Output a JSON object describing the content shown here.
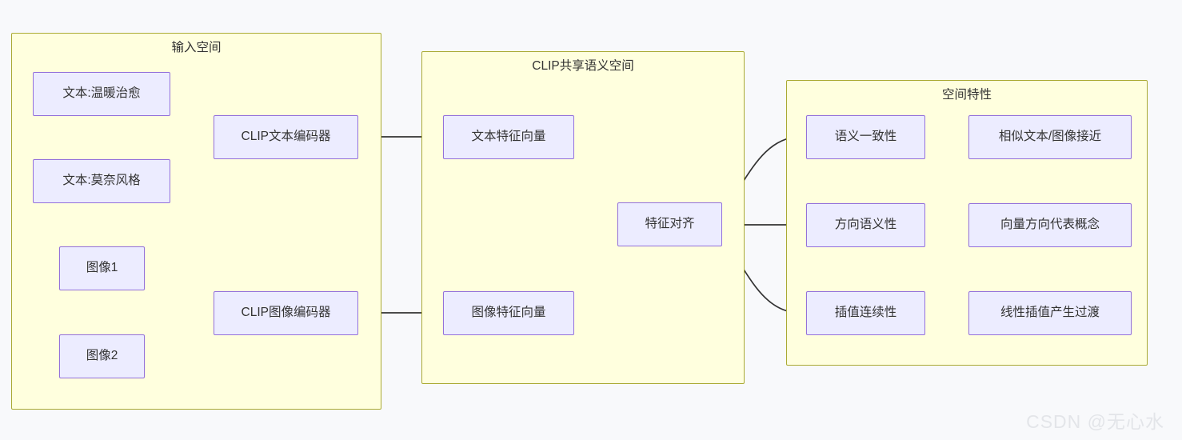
{
  "diagram": {
    "type": "flowchart",
    "direction": "left-to-right",
    "background_color": "#f8f9fb",
    "subgraph_fill": "#ffffde",
    "subgraph_border": "#aaaa33",
    "node_fill": "#ececff",
    "node_border": "#9370db",
    "edge_color": "#333333"
  },
  "subgraphs": {
    "input_space": {
      "title": "输入空间"
    },
    "clip_space": {
      "title": "CLIP共享语义空间"
    },
    "space_props": {
      "title": "空间特性"
    }
  },
  "nodes": {
    "text_warm": {
      "label": "文本:温暖治愈"
    },
    "text_monet": {
      "label": "文本:莫奈风格"
    },
    "image_1": {
      "label": "图像1"
    },
    "image_2": {
      "label": "图像2"
    },
    "text_encoder": {
      "label": "CLIP文本编码器"
    },
    "image_encoder": {
      "label": "CLIP图像编码器"
    },
    "text_feature_vector": {
      "label": "文本特征向量"
    },
    "image_feature_vector": {
      "label": "图像特征向量"
    },
    "feature_alignment": {
      "label": "特征对齐"
    },
    "semantic_consistency": {
      "label": "语义一致性"
    },
    "directional_semantics": {
      "label": "方向语义性"
    },
    "interpolation_continuity": {
      "label": "插值连续性"
    },
    "similar_text_image_close": {
      "label": "相似文本/图像接近"
    },
    "vector_direction_concept": {
      "label": "向量方向代表概念"
    },
    "linear_interp_transition": {
      "label": "线性插值产生过渡"
    }
  },
  "edges": [
    {
      "from": "text_warm",
      "to": "text_encoder"
    },
    {
      "from": "text_monet",
      "to": "text_encoder"
    },
    {
      "from": "image_1",
      "to": "image_encoder"
    },
    {
      "from": "image_2",
      "to": "image_encoder"
    },
    {
      "from": "text_encoder",
      "to": "text_feature_vector"
    },
    {
      "from": "image_encoder",
      "to": "image_feature_vector"
    },
    {
      "from": "text_feature_vector",
      "to": "feature_alignment"
    },
    {
      "from": "image_feature_vector",
      "to": "feature_alignment"
    },
    {
      "from": "feature_alignment",
      "to": "semantic_consistency"
    },
    {
      "from": "feature_alignment",
      "to": "directional_semantics"
    },
    {
      "from": "feature_alignment",
      "to": "interpolation_continuity"
    },
    {
      "from": "semantic_consistency",
      "to": "similar_text_image_close"
    },
    {
      "from": "directional_semantics",
      "to": "vector_direction_concept"
    },
    {
      "from": "interpolation_continuity",
      "to": "linear_interp_transition"
    }
  ],
  "watermark": {
    "text": "CSDN @无心水"
  }
}
